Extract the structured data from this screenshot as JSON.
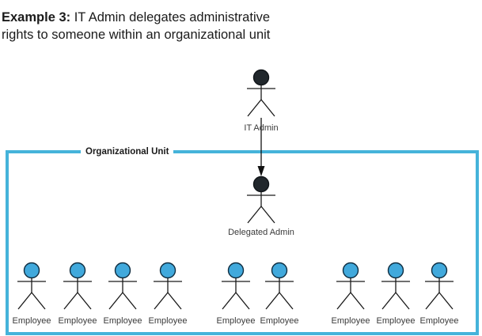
{
  "title": {
    "lead": "Example 3:",
    "line1_rest": " IT Admin delegates administrative",
    "line2": "rights to someone within an organizational unit"
  },
  "diagram": {
    "org_unit_label": "Organizational Unit",
    "it_admin": {
      "label": "IT Admin"
    },
    "delegated_admin": {
      "label": "Delegated Admin"
    },
    "employees": [
      {
        "label": "Employee"
      },
      {
        "label": "Employee"
      },
      {
        "label": "Employee"
      },
      {
        "label": "Employee"
      },
      {
        "label": "Employee"
      },
      {
        "label": "Employee"
      },
      {
        "label": "Employee"
      },
      {
        "label": "Employee"
      },
      {
        "label": "Employee"
      }
    ],
    "colors": {
      "accent": "#45b3da",
      "admin_head": "#21272c",
      "employee_head": "#41a9dc",
      "line": "#1a1a1a"
    }
  }
}
